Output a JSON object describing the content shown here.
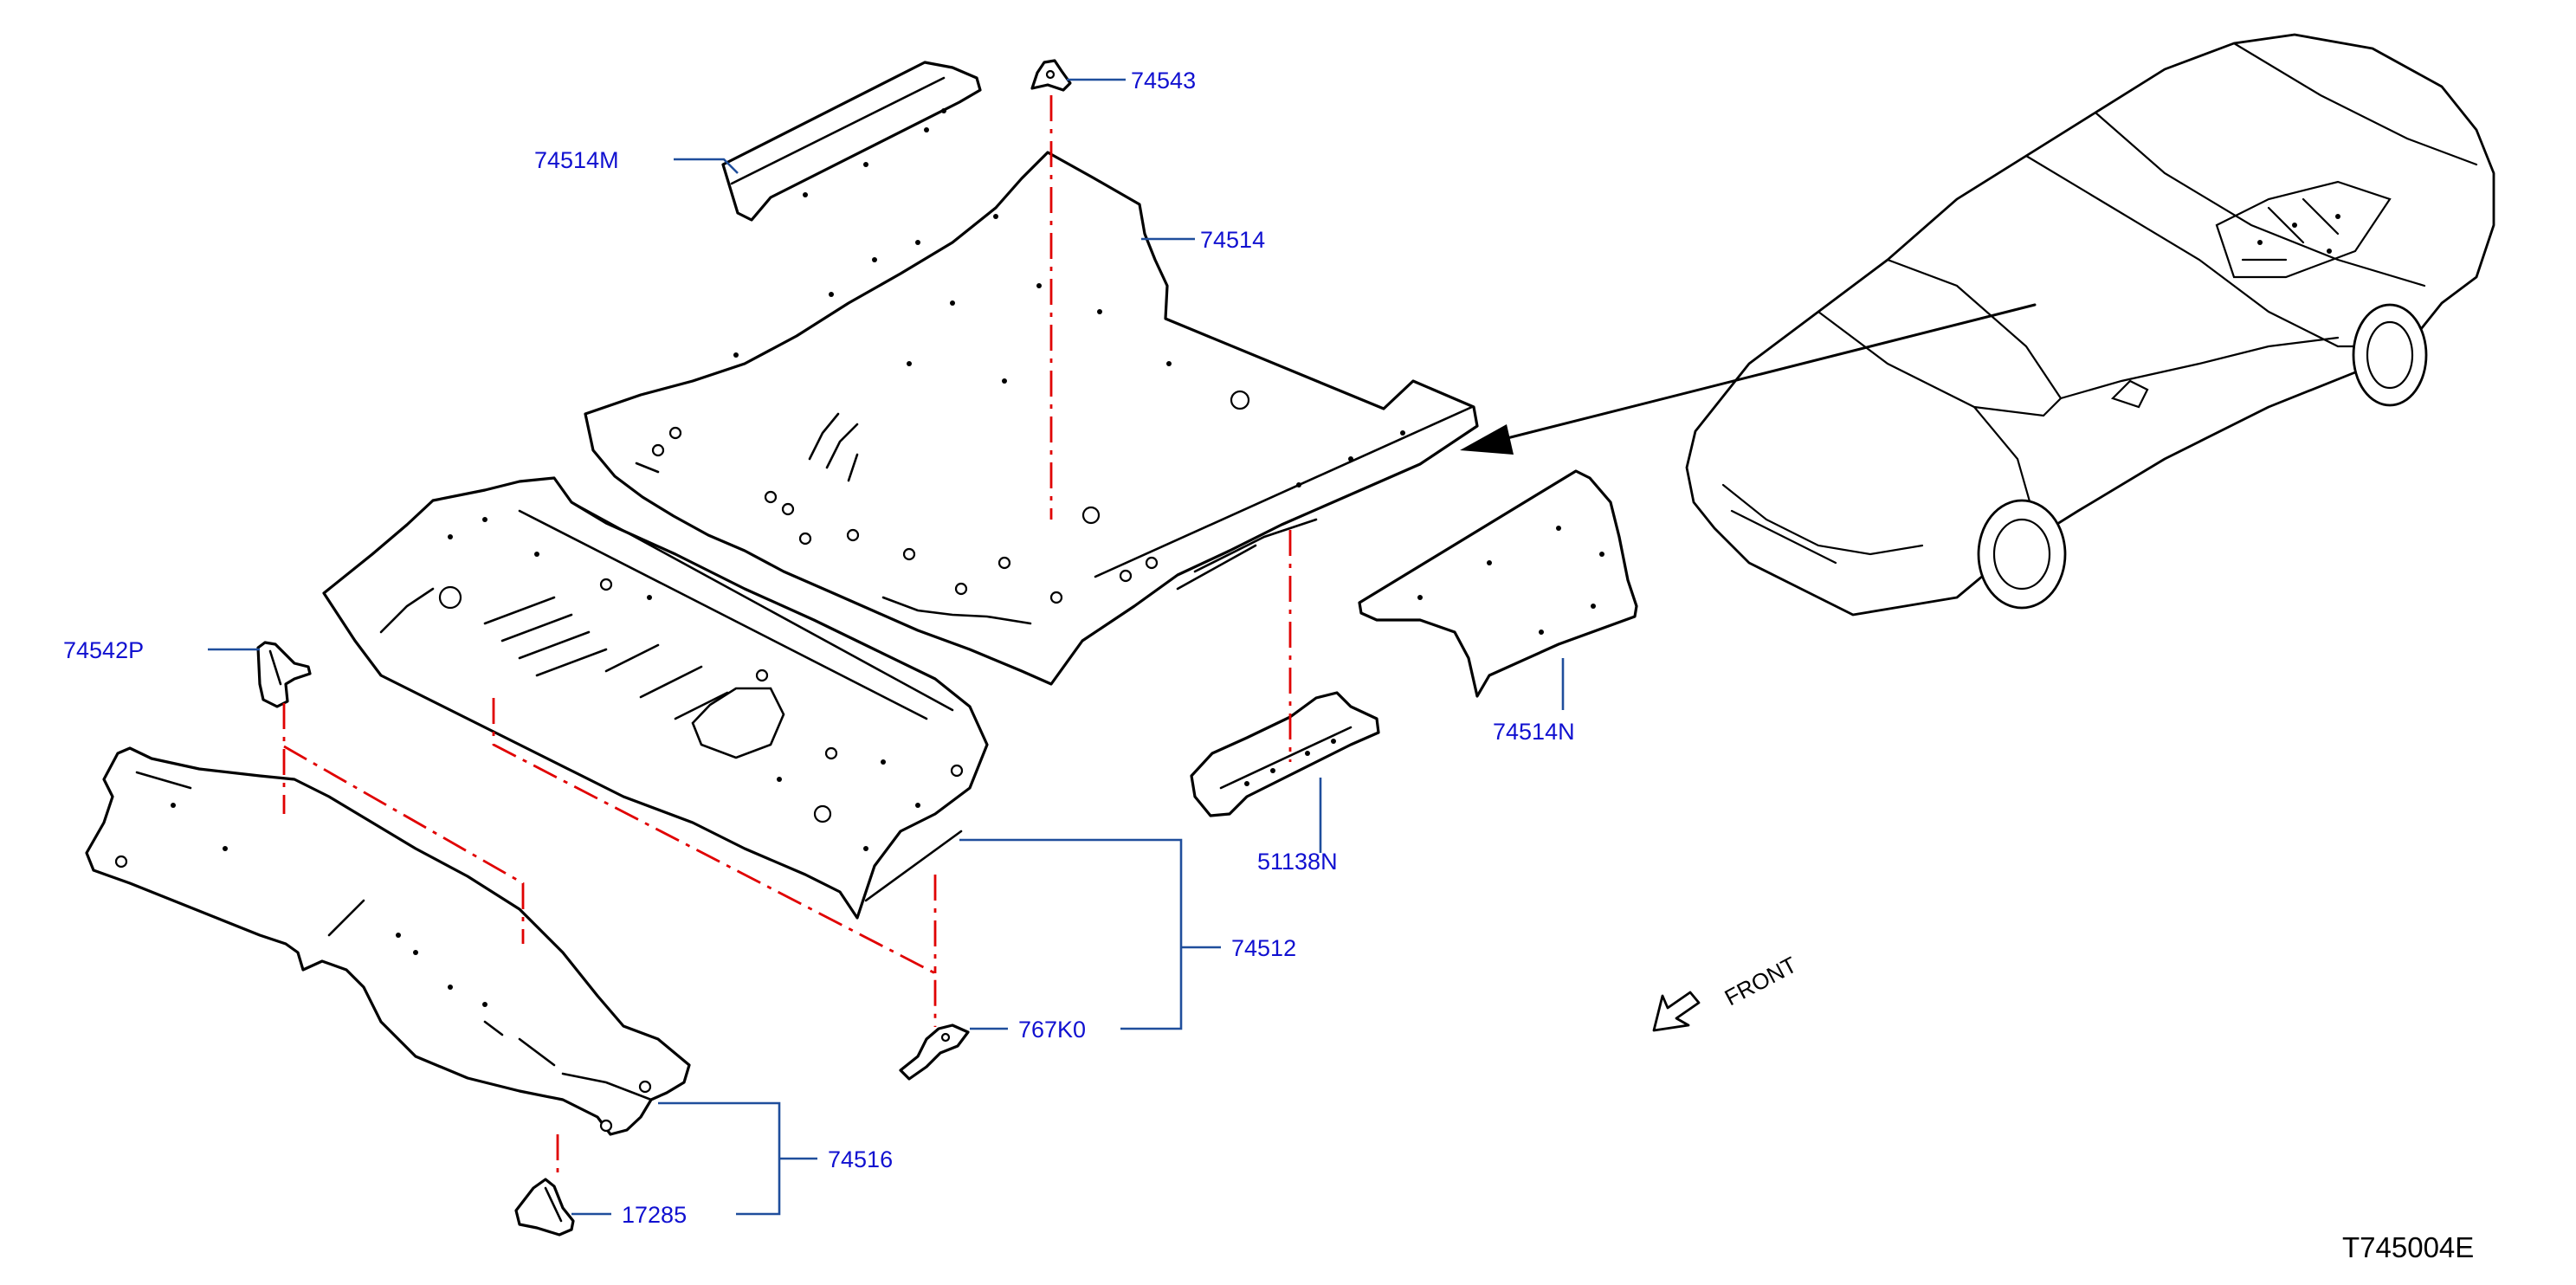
{
  "colors": {
    "label": "#1010d0",
    "leader": "#1f4e9c",
    "centerline": "#e00000",
    "outline": "#000000"
  },
  "part_labels": {
    "p74543": "74543",
    "p74514M": "74514M",
    "p74514": "74514",
    "p74542P": "74542P",
    "p74514N": "74514N",
    "p51138N": "51138N",
    "p74512": "74512",
    "p767K0": "767K0",
    "p74516": "74516",
    "p17285": "17285"
  },
  "direction": {
    "text": "FRONT",
    "icon": "front-arrow-icon"
  },
  "diagram_ref": "T745004E"
}
